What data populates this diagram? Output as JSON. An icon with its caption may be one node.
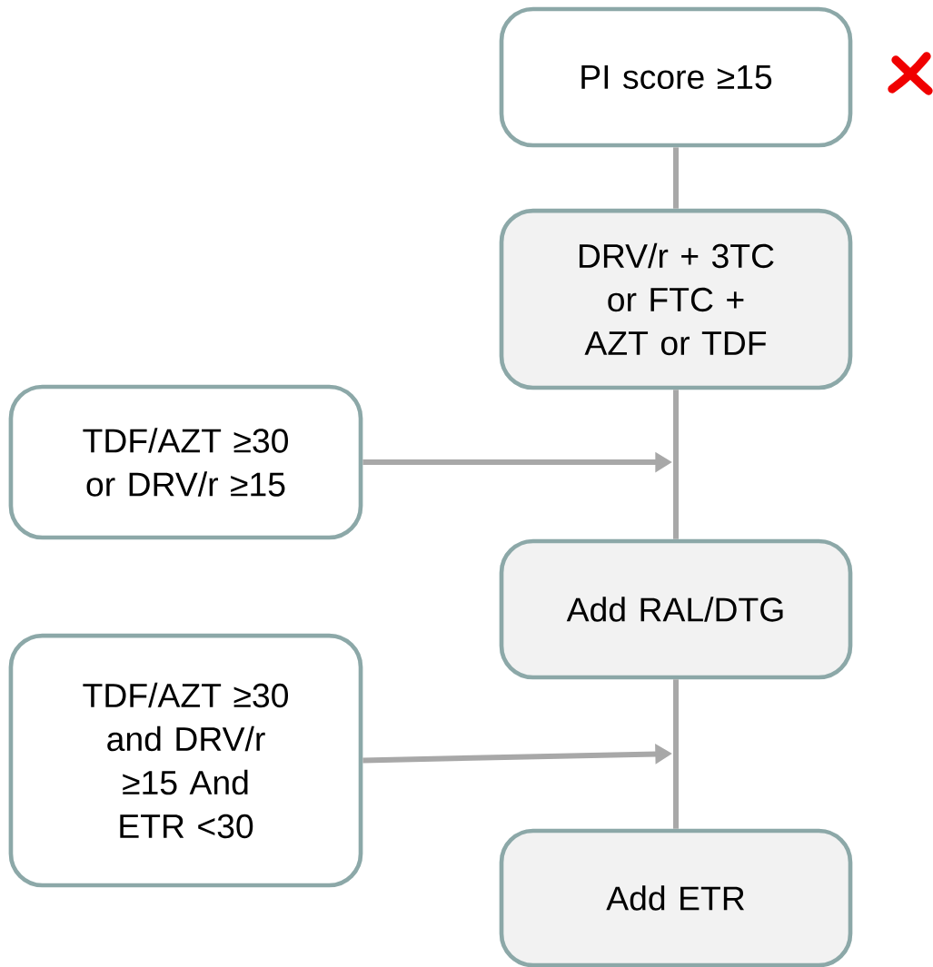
{
  "diagram": {
    "nodes": [
      {
        "text": [
          "PI score ≥15"
        ]
      },
      {
        "text": [
          "DRV/r + 3TC or FTC + AZT or TDF"
        ]
      },
      {
        "text": [
          "TDF/AZT ≥30 or DRV/r ≥15"
        ]
      },
      {
        "text": [
          "Add RAL/DTG"
        ]
      },
      {
        "text": [
          "TDF/AZT ≥30 and DRV/r ≥15 And ETR <30"
        ]
      },
      {
        "text": [
          "Add ETR"
        ]
      }
    ],
    "edges": [
      {
        "from": 0,
        "to": 1,
        "arrow": "none"
      },
      {
        "from": 1,
        "to": 3,
        "arrow": "none"
      },
      {
        "from": 2,
        "to": null,
        "arrow": "to"
      },
      {
        "from": 3,
        "to": 5,
        "arrow": "none"
      },
      {
        "from": 4,
        "to": null,
        "arrow": "to"
      }
    ]
  }
}
